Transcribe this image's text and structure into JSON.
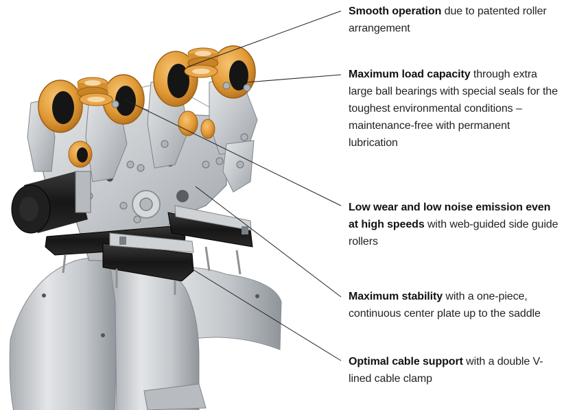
{
  "features": [
    {
      "bold": "Smooth operation",
      "text": " due to patented roller arrangement"
    },
    {
      "bold": "Maximum load capacity",
      "text": " through extra large ball bearings with special seals for the toughest environmental conditions – maintenance-free with permanent lubrication"
    },
    {
      "bold": "Low wear and low noise emission even at high speeds",
      "text": " with web-guided side guide rollers"
    },
    {
      "bold": "Maximum stability",
      "text": " with a one-piece, continuous center plate up to the saddle"
    },
    {
      "bold": "Optimal cable support",
      "text": " with a double V-lined cable clamp"
    }
  ],
  "colors": {
    "roller_orange": "#e3a040",
    "steel": "#c9ccd0",
    "rubber": "#1b1b1b",
    "leader_line": "#222222"
  }
}
